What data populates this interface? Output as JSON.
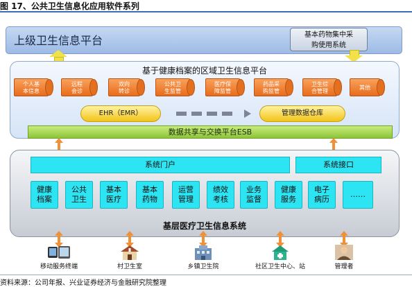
{
  "figure": {
    "title": "图 17、公共卫生信息化应用软件系列",
    "source": "资料来源：公司年报、兴业证券经济与金融研究院整理"
  },
  "top": {
    "title": "上级卫生信息平台",
    "procurement": [
      "基本药物集中采",
      "购使用系统"
    ]
  },
  "regional": {
    "title": "基于健康档案的区域卫生信息平台",
    "modules": [
      [
        "个人基",
        "本信息"
      ],
      [
        "远程",
        "会诊"
      ],
      [
        "双向",
        "转诊"
      ],
      [
        "公共卫",
        "生监管"
      ],
      [
        "医疗保",
        "障监管"
      ],
      [
        "药品采",
        "购监管"
      ],
      [
        "卫生综",
        "合管理"
      ],
      [
        "其他"
      ]
    ],
    "ehr": "EHR（EMR）",
    "warehouse": "管理数据仓库",
    "esb": "数据共享与交换平台ESB"
  },
  "grassroots": {
    "portal": "系统门户",
    "interface": "系统接口",
    "apps": [
      [
        "健康",
        "档案"
      ],
      [
        "公共",
        "卫生"
      ],
      [
        "基本",
        "医疗"
      ],
      [
        "基本",
        "药物"
      ],
      [
        "运营",
        "管理"
      ],
      [
        "绩效",
        "考核"
      ],
      [
        "业务",
        "监督"
      ],
      [
        "健康",
        "服务"
      ],
      [
        "电子",
        "病历"
      ],
      [
        "……"
      ]
    ],
    "title": "基层医疗卫生信息系统"
  },
  "terminals": [
    {
      "label": "移动服务终端",
      "icon": "mobile-terminal-icon"
    },
    {
      "label": "村卫生室",
      "icon": "village-clinic-icon"
    },
    {
      "label": "乡镇卫生院",
      "icon": "township-hospital-icon"
    },
    {
      "label": "社区卫生中心、站",
      "icon": "community-center-icon"
    },
    {
      "label": "管理者",
      "icon": "manager-icon"
    }
  ],
  "colors": {
    "module": "#e86c1b",
    "cylinder": "#f2c418",
    "esb": "#8cc43a",
    "cyan": "#2ce4f2",
    "arrow_yellow": "#f2e24a",
    "arrow_orange": "#f0913a"
  }
}
